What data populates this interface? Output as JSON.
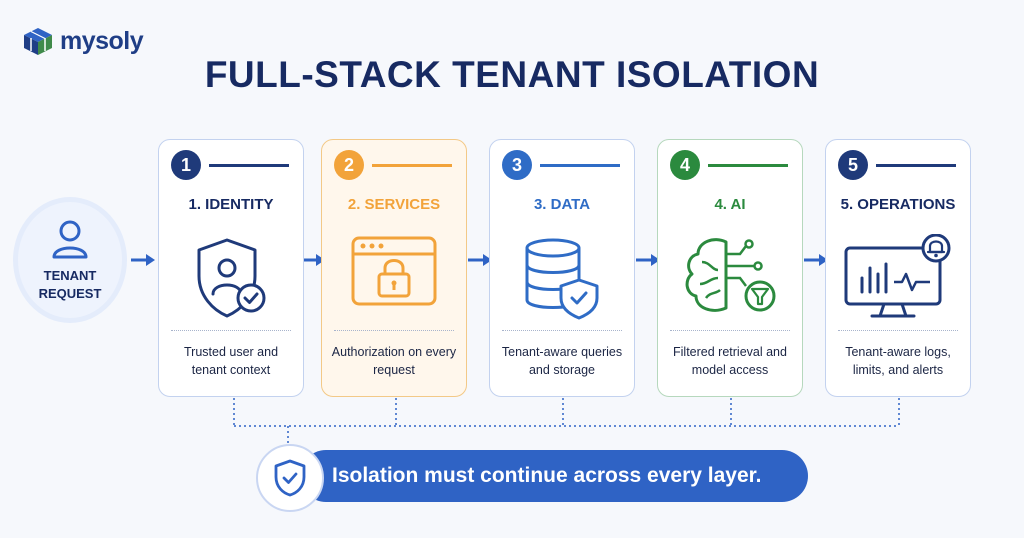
{
  "brand": {
    "name": "mysoly"
  },
  "title": "FULL-STACK TENANT ISOLATION",
  "tenant": {
    "label": "TENANT REQUEST"
  },
  "layers": [
    {
      "number": "1",
      "title": "1. IDENTITY",
      "description": "Trusted user and tenant context",
      "color": "#1f3a7a",
      "icon": "shield-user-check-icon"
    },
    {
      "number": "2",
      "title": "2. SERVICES",
      "description": "Authorization on every request",
      "color": "#f2a33a",
      "icon": "browser-lock-icon"
    },
    {
      "number": "3",
      "title": "3. DATA",
      "description": "Tenant-aware queries and storage",
      "color": "#2f6cc6",
      "icon": "database-shield-icon"
    },
    {
      "number": "4",
      "title": "4. AI",
      "description": "Filtered retrieval and model access",
      "color": "#2b8a3e",
      "icon": "brain-circuit-filter-icon"
    },
    {
      "number": "5",
      "title": "5. OPERATIONS",
      "description": "Tenant-aware logs, limits, and alerts",
      "color": "#1f3a7a",
      "icon": "monitor-alert-icon"
    }
  ],
  "banner": {
    "text": "Isolation must continue across every layer."
  },
  "colors": {
    "accent": "#2f63c5",
    "navy": "#172a62",
    "orange": "#f2a33a",
    "green": "#2b8a3e",
    "blue": "#2f6cc6",
    "background": "#f6f8fc"
  }
}
